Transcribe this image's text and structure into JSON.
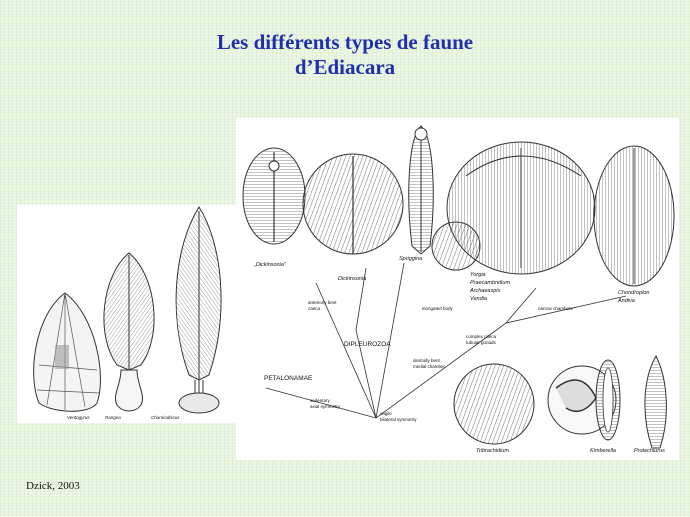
{
  "title": {
    "line1": "Les différents types de faune",
    "line2": "d’Ediacara"
  },
  "credit": "Dzick, 2003",
  "left_figure": {
    "labels": [
      "Ventogyrus",
      "Rangea",
      "Charniodiscus"
    ]
  },
  "right_figure": {
    "taxa": {
      "dickinsonia_q": "„Dickinsonia\"",
      "dickinsonia": "Dickinsonia",
      "spriggina": "Spriggina",
      "yorgia": "Yorgia",
      "praecambridium": "Praecambridium",
      "archaeaspis": "Archaeaspis",
      "vendia": "Vendia",
      "chondroplon": "Chondroplon",
      "andiva": "Andiva",
      "tribrachidium": "Tribrachidium",
      "kimberella": "Kimberella",
      "protechiurus": "Protechiurus"
    },
    "characters": {
      "anteriorly_bent": "anteriorly bent",
      "caeca": "caeca",
      "elongated_body": "elongated body",
      "narrow_chambers": "narrow chambers",
      "complex_caeca": "complex caeca",
      "tubular_gonads": "tubular gonads",
      "dextrally_bent": "dextrally bent",
      "medial_chamber": "medial chamber",
      "sedentary": "sedentary",
      "axial_symmetry": "axial symmetry",
      "vagile": "vagile",
      "bilateral_symmetry": "bilateral symmetry"
    },
    "clades": {
      "dipleurozoa": "DIPLEUROZOA",
      "petalonamae": "PETALONAMAE"
    }
  }
}
